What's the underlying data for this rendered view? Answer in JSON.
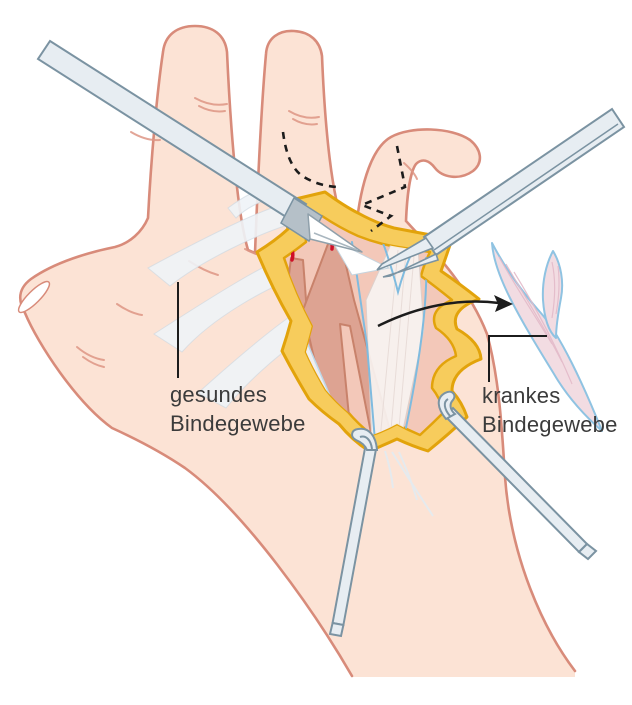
{
  "figure": {
    "type": "medical-illustration-hand-surgery",
    "labels": {
      "healthy": {
        "line1": "gesundes",
        "line2": "Bindegewebe"
      },
      "diseased": {
        "line1": "krankes",
        "line2": "Bindegewebe"
      }
    },
    "colors": {
      "background": "#ffffff",
      "skin_fill": "#fce3d5",
      "skin_outline": "#d88b7a",
      "crease": "#de9685",
      "flap_fill": "#f7cc5c",
      "flap_outline": "#e2a30b",
      "wound_fill": "#f3c8b9",
      "cord_fill": "#dda392",
      "cord_outline": "#c8826b",
      "fascia_blue": "#7fbbdf",
      "tissue_fill": "#f2dce2",
      "tissue_outline": "#8fc3e2",
      "tissue_streak": "#e3bac9",
      "instrument_fill": "#e7edf2",
      "instrument_dark": "#b5c0c8",
      "instrument_outline": "#7b93a2",
      "incision_mark_red": "#cf0f28",
      "annotation": "#1c1c1c",
      "text": "#3b3b3b"
    }
  }
}
